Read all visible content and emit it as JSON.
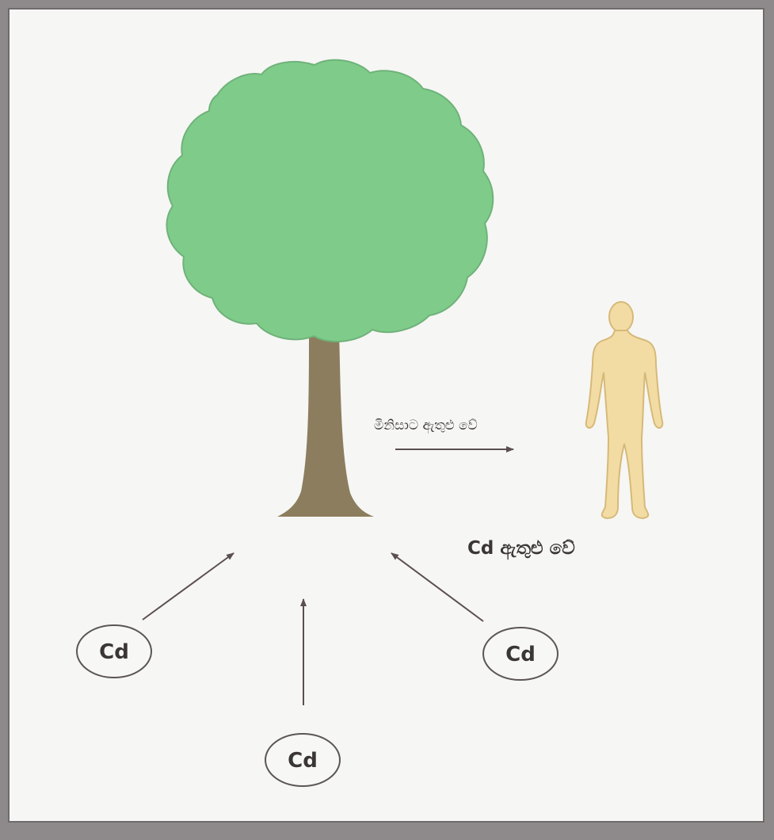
{
  "labels": {
    "to_human": "මිනිසාට ඇතුළු වේ",
    "cd_enters": "Cd ඇතුළු වේ"
  },
  "sources": [
    "Cd",
    "Cd",
    "Cd"
  ],
  "colors": {
    "canopy": "#7fcc8a",
    "canopy_edge": "#6fb27a",
    "trunk": "#8c7d5e",
    "human": "#f3dca3",
    "human_outline": "#d6b979",
    "arrow": "#5b4f52",
    "ellipse": "#5b5557"
  }
}
